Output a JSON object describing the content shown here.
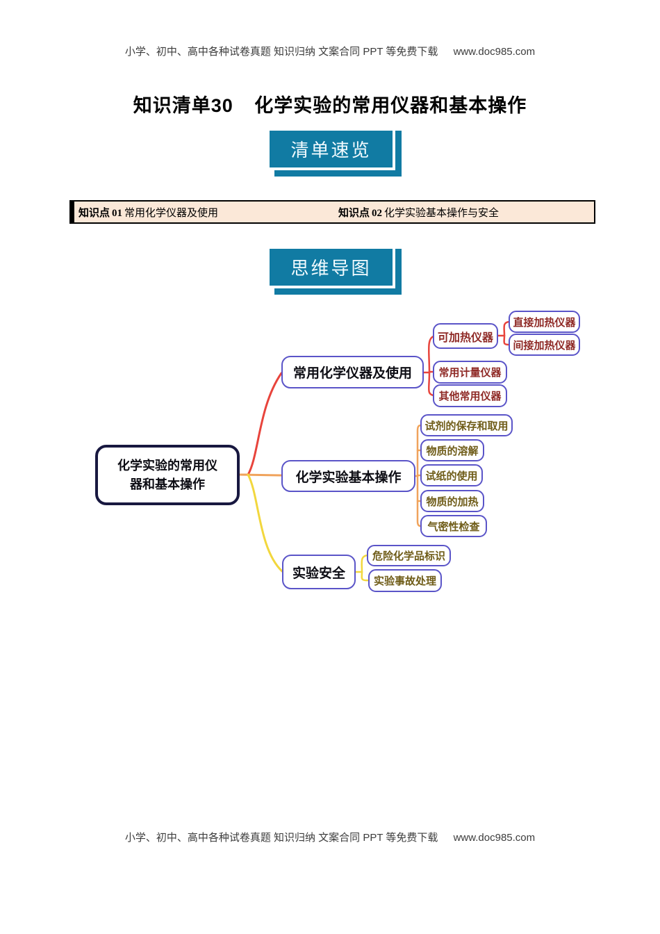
{
  "header": {
    "text": "小学、初中、高中各种试卷真题 知识归纳 文案合同 PPT 等免费下载",
    "url": "www.doc985.com"
  },
  "footer": {
    "text": "小学、初中、高中各种试卷真题 知识归纳 文案合同 PPT 等免费下载",
    "url": "www.doc985.com"
  },
  "title": {
    "part1": "知识清单30",
    "part2": "化学实验的常用仪器和基本操作"
  },
  "banners": {
    "overview": "清单速览",
    "mindmap": "思维导图"
  },
  "knowledge_points": [
    {
      "label": "知识点",
      "num": "01",
      "text": "常用化学仪器及使用"
    },
    {
      "label": "知识点",
      "num": "02",
      "text": "化学实验基本操作与安全"
    }
  ],
  "mindmap": {
    "root": "化学实验的常用仪器和基本操作",
    "branch1": "常用化学仪器及使用",
    "branch2": "化学实验基本操作",
    "branch3": "实验安全",
    "b1_leaves": {
      "heatable": "可加热仪器",
      "direct": "直接加热仪器",
      "indirect": "间接加热仪器",
      "measuring": "常用计量仪器",
      "other": "其他常用仪器"
    },
    "b2_leaves": {
      "storage": "试剂的保存和取用",
      "dissolve": "物质的溶解",
      "paper": "试纸的使用",
      "heating": "物质的加热",
      "airtight": "气密性检查"
    },
    "b3_leaves": {
      "hazard": "危险化学品标识",
      "accident": "实验事故处理"
    }
  },
  "colors": {
    "banner_teal": "#117ba3",
    "table_bg": "#fbe8d8",
    "branch_red": "#e8443c",
    "branch_orange": "#f0a35c",
    "branch_yellow": "#f2d73e",
    "node_border_purple": "#5a54c8",
    "root_border_navy": "#181840",
    "leaf_text_red": "#8f2a26",
    "leaf_text_brown": "#6f5c18"
  }
}
